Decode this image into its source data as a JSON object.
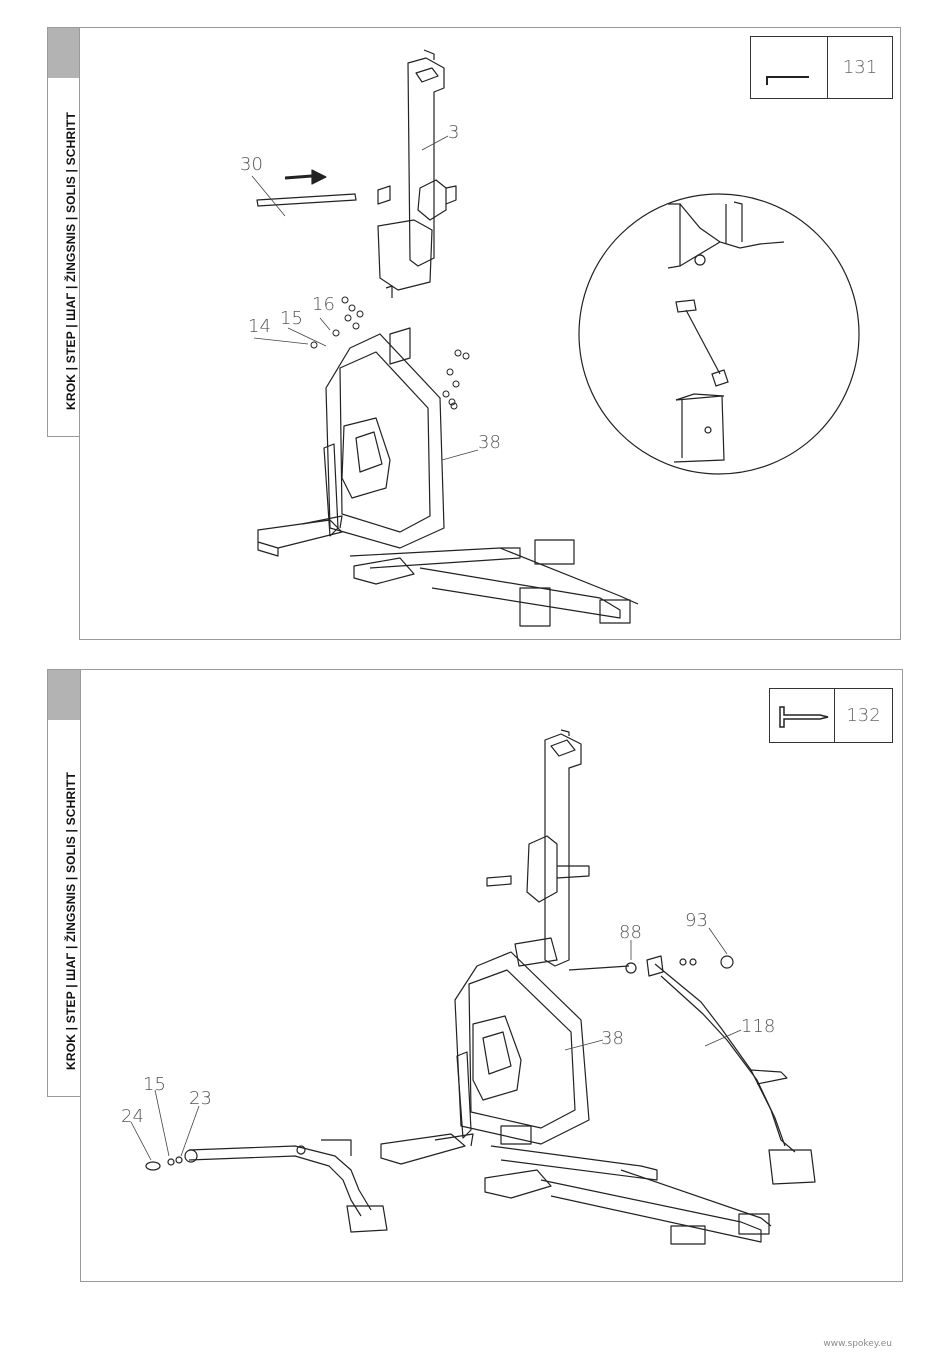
{
  "step_label": "KROK | STEP | ШАГ | ŽINGSNIS | SOLIS | SCHRITT",
  "panel1": {
    "tool_number": "131",
    "callouts": {
      "p30": "30",
      "p3": "3",
      "p16": "16",
      "p15": "15",
      "p14": "14",
      "p38": "38"
    }
  },
  "panel2": {
    "tool_number": "132",
    "callouts": {
      "p93": "93",
      "p88": "88",
      "p118": "118",
      "p38": "38",
      "p15": "15",
      "p23": "23",
      "p24": "24"
    }
  },
  "footer": "www.spokey.eu",
  "icons": {
    "tool1": "allen-key-icon",
    "tool2": "t-handle-wrench-icon"
  }
}
